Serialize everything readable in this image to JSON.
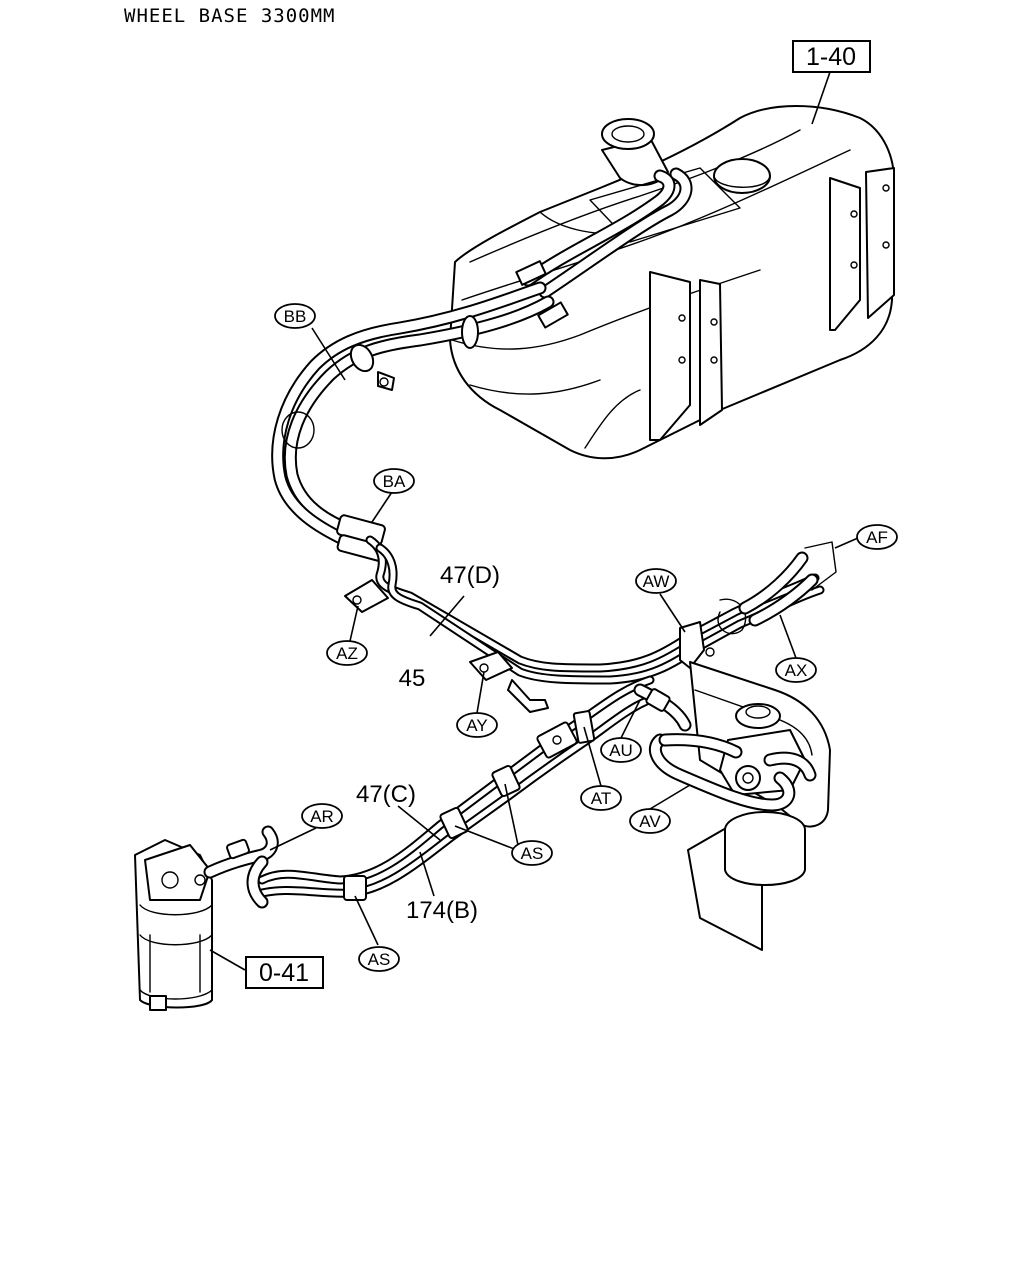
{
  "title": "WHEEL BASE 3300MM",
  "callouts": {
    "bb": "BB",
    "ba": "BA",
    "af": "AF",
    "aw": "AW",
    "ax": "AX",
    "az": "AZ",
    "ay": "AY",
    "au": "AU",
    "at": "AT",
    "av": "AV",
    "ar": "AR",
    "as_upper": "AS",
    "as_lower": "AS"
  },
  "part_numbers": {
    "p47d": "47(D)",
    "p45": "45",
    "p47c": "47(C)",
    "p174b": "174(B)"
  },
  "references": {
    "fuel_tank": "1-40",
    "fuel_filter": "0-41"
  }
}
